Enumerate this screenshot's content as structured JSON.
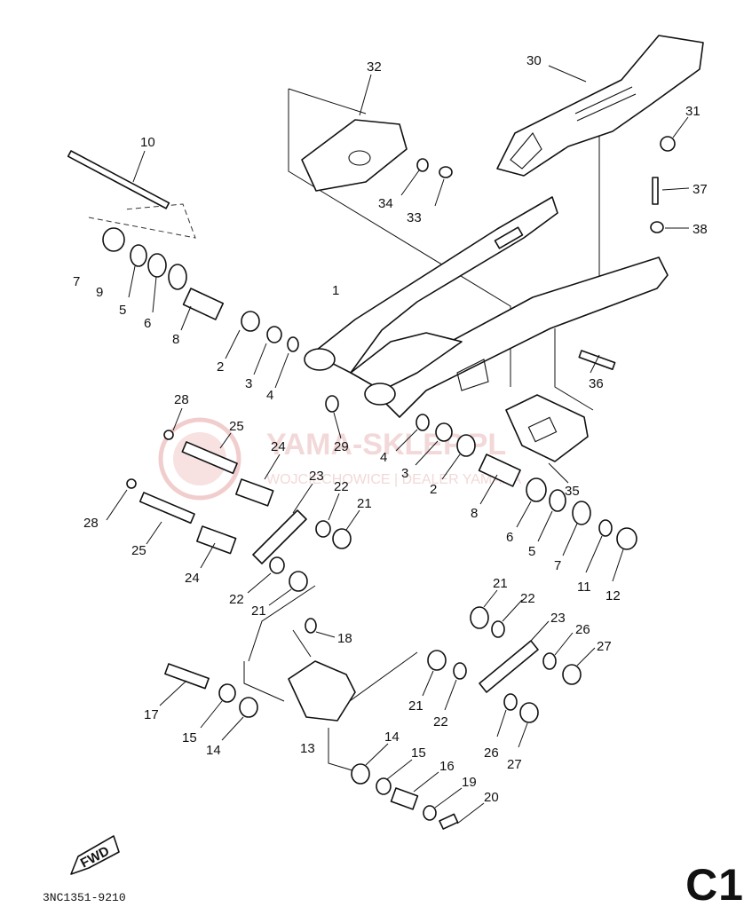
{
  "document_code": "3NC1351-9210",
  "sheet_label": "C1",
  "fwd_label": "FWD",
  "watermark": {
    "title": "YAMA-SKLEP.PL",
    "subtitle": "WOJCIECHOWICE | DEALER YAMAHA"
  },
  "callouts": [
    {
      "id": "c1",
      "label": "1"
    },
    {
      "id": "c2a",
      "label": "2"
    },
    {
      "id": "c3a",
      "label": "3"
    },
    {
      "id": "c4a",
      "label": "4"
    },
    {
      "id": "c5a",
      "label": "5"
    },
    {
      "id": "c6a",
      "label": "6"
    },
    {
      "id": "c7a",
      "label": "7"
    },
    {
      "id": "c8a",
      "label": "8"
    },
    {
      "id": "c9",
      "label": "9"
    },
    {
      "id": "c10",
      "label": "10"
    },
    {
      "id": "c4b",
      "label": "4"
    },
    {
      "id": "c3b",
      "label": "3"
    },
    {
      "id": "c2b",
      "label": "2"
    },
    {
      "id": "c8b",
      "label": "8"
    },
    {
      "id": "c6b",
      "label": "6"
    },
    {
      "id": "c5b",
      "label": "5"
    },
    {
      "id": "c7b",
      "label": "7"
    },
    {
      "id": "c11",
      "label": "11"
    },
    {
      "id": "c12",
      "label": "12"
    },
    {
      "id": "c13",
      "label": "13"
    },
    {
      "id": "c14a",
      "label": "14"
    },
    {
      "id": "c15a",
      "label": "15"
    },
    {
      "id": "c14b",
      "label": "14"
    },
    {
      "id": "c15b",
      "label": "15"
    },
    {
      "id": "c16",
      "label": "16"
    },
    {
      "id": "c17",
      "label": "17"
    },
    {
      "id": "c18",
      "label": "18"
    },
    {
      "id": "c19",
      "label": "19"
    },
    {
      "id": "c20",
      "label": "20"
    },
    {
      "id": "c21a",
      "label": "21"
    },
    {
      "id": "c21b",
      "label": "21"
    },
    {
      "id": "c21c",
      "label": "21"
    },
    {
      "id": "c21d",
      "label": "21"
    },
    {
      "id": "c22a",
      "label": "22"
    },
    {
      "id": "c22b",
      "label": "22"
    },
    {
      "id": "c22c",
      "label": "22"
    },
    {
      "id": "c22d",
      "label": "22"
    },
    {
      "id": "c23a",
      "label": "23"
    },
    {
      "id": "c23b",
      "label": "23"
    },
    {
      "id": "c24a",
      "label": "24"
    },
    {
      "id": "c24b",
      "label": "24"
    },
    {
      "id": "c25a",
      "label": "25"
    },
    {
      "id": "c25b",
      "label": "25"
    },
    {
      "id": "c26a",
      "label": "26"
    },
    {
      "id": "c26b",
      "label": "26"
    },
    {
      "id": "c27a",
      "label": "27"
    },
    {
      "id": "c27b",
      "label": "27"
    },
    {
      "id": "c28a",
      "label": "28"
    },
    {
      "id": "c28b",
      "label": "28"
    },
    {
      "id": "c29",
      "label": "29"
    },
    {
      "id": "c30",
      "label": "30"
    },
    {
      "id": "c31",
      "label": "31"
    },
    {
      "id": "c32",
      "label": "32"
    },
    {
      "id": "c33",
      "label": "33"
    },
    {
      "id": "c34",
      "label": "34"
    },
    {
      "id": "c35",
      "label": "35"
    },
    {
      "id": "c36",
      "label": "36"
    },
    {
      "id": "c37",
      "label": "37"
    },
    {
      "id": "c38",
      "label": "38"
    }
  ]
}
